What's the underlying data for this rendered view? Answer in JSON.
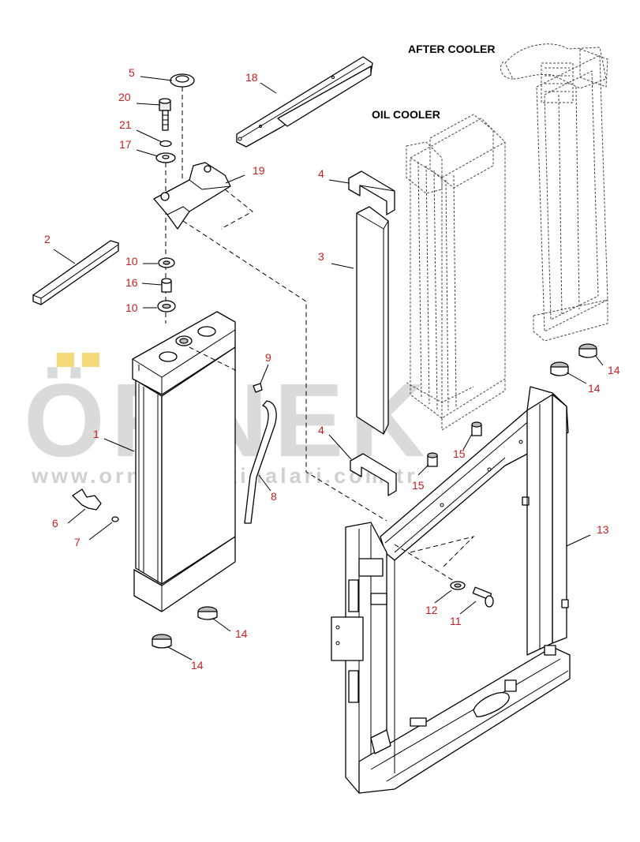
{
  "labels": {
    "after_cooler": "AFTER COOLER",
    "oil_cooler": "OIL COOLER"
  },
  "callouts": {
    "c1": "1",
    "c2": "2",
    "c3": "3",
    "c4a": "4",
    "c4b": "4",
    "c5": "5",
    "c6": "6",
    "c7": "7",
    "c8": "8",
    "c9": "9",
    "c10a": "10",
    "c10b": "10",
    "c11": "11",
    "c12": "12",
    "c13": "13",
    "c14a": "14",
    "c14b": "14",
    "c14c": "14",
    "c14d": "14",
    "c15a": "15",
    "c15b": "15",
    "c16": "16",
    "c17": "17",
    "c18": "18",
    "c19": "19",
    "c20": "20",
    "c21": "21"
  },
  "watermark": {
    "brand": "ÖRNEK",
    "url": "www.orneksmakinalari.com.tr"
  },
  "colors": {
    "callout": "#c81e1e",
    "watermark": "#bdbdbd",
    "watermark_accent": "#f2cf5a"
  }
}
